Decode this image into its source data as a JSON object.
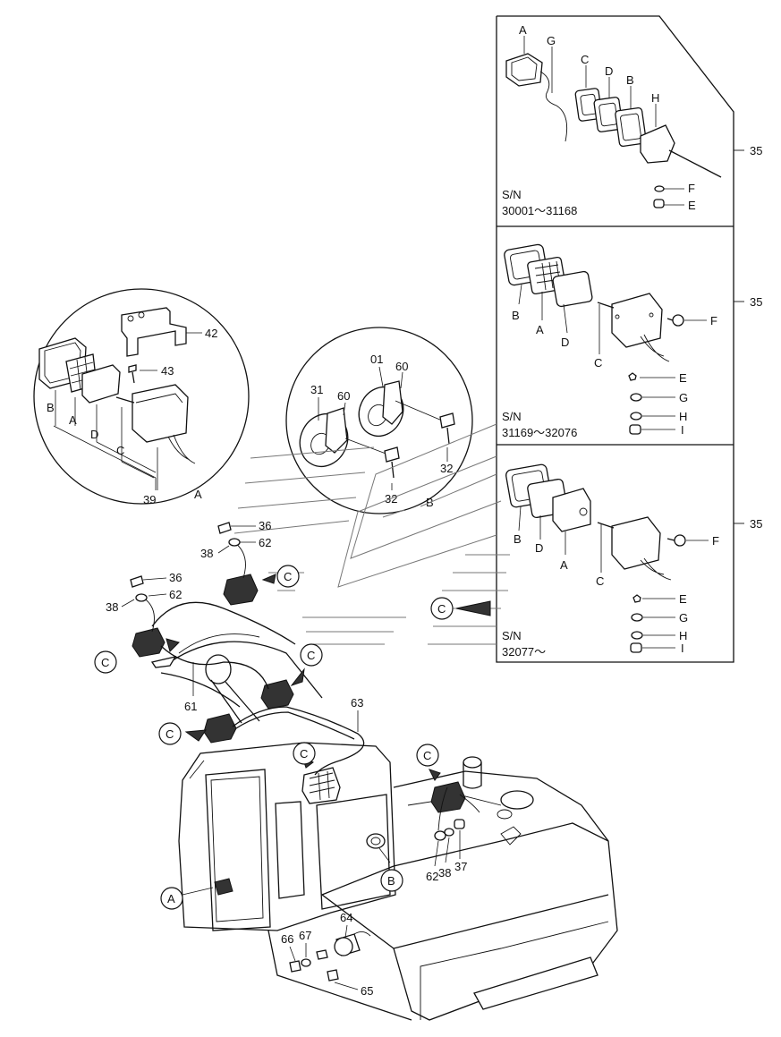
{
  "detail_A": {
    "circle_label": "A",
    "callouts": {
      "p42": "42",
      "p43": "43",
      "p39": "39",
      "B": "B",
      "A": "A",
      "D": "D",
      "C": "C"
    }
  },
  "detail_B": {
    "circle_label": "B",
    "callouts": {
      "p01": "01",
      "p60a": "60",
      "p31": "31",
      "p60b": "60",
      "p32a": "32",
      "p32b": "32"
    }
  },
  "variant_1": {
    "sn_label": "S/N",
    "sn_range": "30001～31168",
    "ref_number": "35",
    "letters": {
      "A": "A",
      "G": "G",
      "C": "C",
      "D": "D",
      "B": "B",
      "H": "H",
      "F": "F",
      "E": "E"
    }
  },
  "variant_2": {
    "sn_label": "S/N",
    "sn_range": "31169～32076",
    "ref_number": "35",
    "letters": {
      "B": "B",
      "A": "A",
      "D": "D",
      "C": "C",
      "F": "F",
      "E": "E",
      "G": "G",
      "H": "H",
      "I": "I"
    }
  },
  "variant_3": {
    "sn_label": "S/N",
    "sn_range": "32077～",
    "ref_number": "35",
    "letters": {
      "B": "B",
      "D": "D",
      "A": "A",
      "C": "C",
      "F": "F",
      "E": "E",
      "G": "G",
      "H": "H",
      "I": "I"
    }
  },
  "main_callouts": {
    "p36a": "36",
    "p62a": "62",
    "p38a": "38",
    "p36b": "36",
    "p62b": "62",
    "p38b": "38",
    "p61": "61",
    "p63": "63",
    "p62c": "62",
    "p38c": "38",
    "p37": "37",
    "p64": "64",
    "p66": "66",
    "p67": "67",
    "p65": "65"
  },
  "circle_refs": {
    "c1": "C",
    "c2": "C",
    "c3": "C",
    "c4": "C",
    "c5": "C",
    "c6": "C",
    "c7": "C",
    "b1": "B",
    "a1": "A"
  }
}
